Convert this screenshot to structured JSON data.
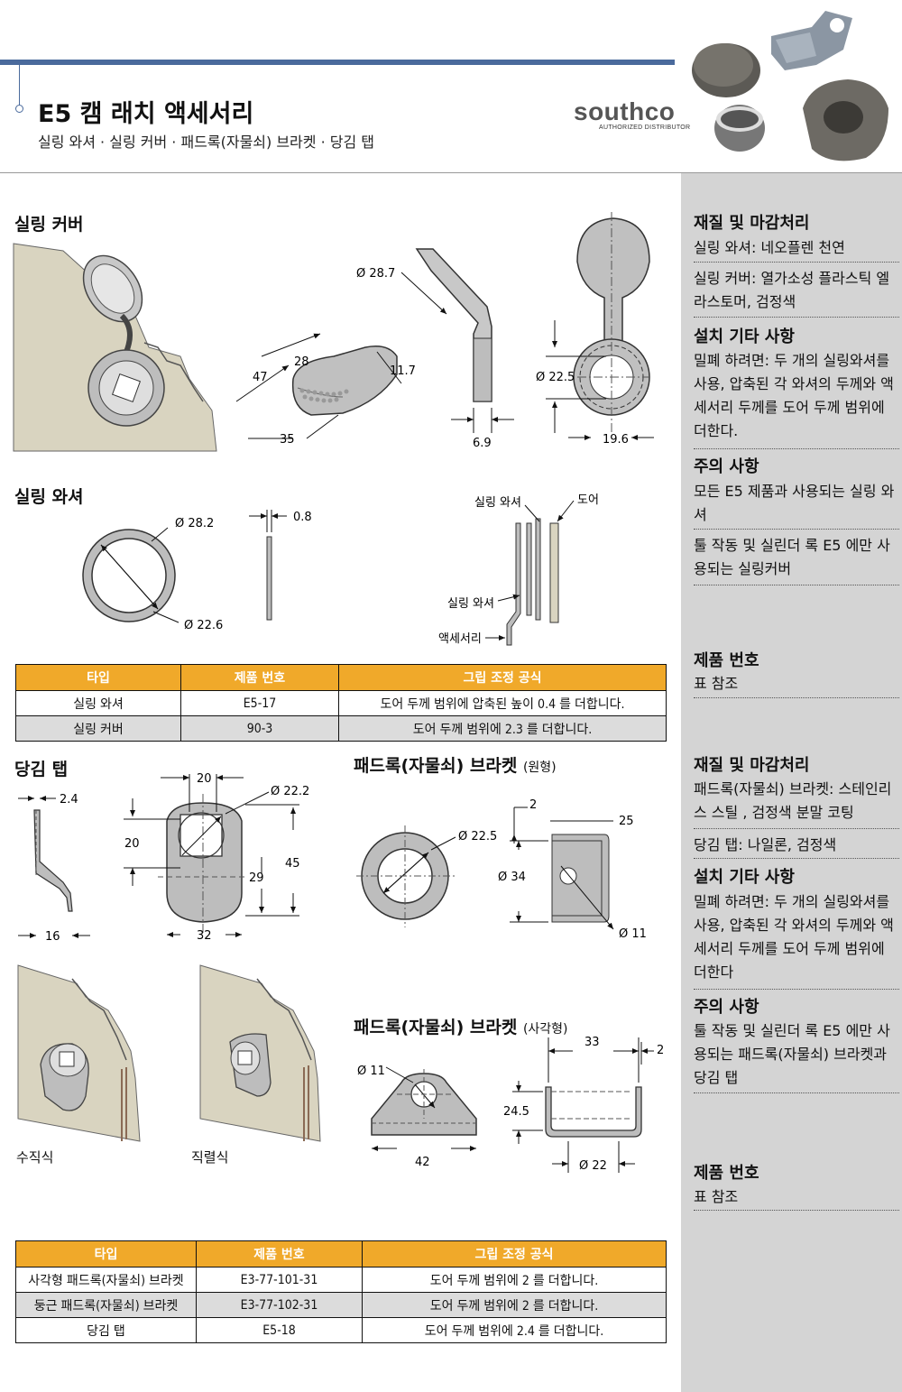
{
  "header": {
    "title": "E5 캠 래치 액세서리",
    "subtitle": "실링 와셔 · 실링 커버 · 패드록(자물쇠) 브라켓 · 당김 탭",
    "brand": "southco",
    "brand_sub": "AUTHORIZED DISTRIBUTOR"
  },
  "sections": {
    "sealing_cover": "실링 커버",
    "sealing_washer": "실링 와셔",
    "pull_tab": "당김 탭",
    "padlock_round": "패드록(자물쇠) 브라켓",
    "padlock_round_suffix": "(원형)",
    "padlock_square": "패드록(자물쇠) 브라켓",
    "padlock_square_suffix": "(사각형)"
  },
  "dims": {
    "cover_d": "Ø 28.7",
    "cover_47": "47",
    "cover_28": "28",
    "cover_117": "11.7",
    "cover_35": "35",
    "cover_69": "6.9",
    "cover_225": "Ø 22.5",
    "cover_196": "19.6",
    "washer_282": "Ø 28.2",
    "washer_226": "Ø 22.6",
    "washer_08": "0.8",
    "tab_24": "2.4",
    "tab_16": "16",
    "tab_20a": "20",
    "tab_20b": "20",
    "tab_222": "Ø 22.2",
    "tab_45": "45",
    "tab_29": "29",
    "tab_32": "32",
    "round_225": "Ø 22.5",
    "round_2": "2",
    "round_25": "25",
    "round_34": "Ø 34",
    "round_11": "Ø 11",
    "sq_11": "Ø 11",
    "sq_42": "42",
    "sq_33": "33",
    "sq_2": "2",
    "sq_245": "24.5",
    "sq_22": "Ø 22"
  },
  "labels": {
    "washer_top": "실링 와셔",
    "door": "도어",
    "washer_bottom": "실링 와셔",
    "accessory": "액세서리",
    "vertical": "수직식",
    "parallel": "직렬식"
  },
  "table1": {
    "headers": [
      "타입",
      "제품 번호",
      "그립 조정 공식"
    ],
    "rows": [
      [
        "실링 와셔",
        "E5-17",
        "도어 두께 범위에 압축된 높이 0.4 를 더합니다."
      ],
      [
        "실링 커버",
        "90-3",
        "도어 두께 범위에 2.3 를 더합니다."
      ]
    ]
  },
  "table2": {
    "headers": [
      "타입",
      "제품 번호",
      "그립 조정 공식"
    ],
    "rows": [
      [
        "사각형 패드록(자물쇠) 브라켓",
        "E3-77-101-31",
        "도어 두께 범위에 2 를 더합니다."
      ],
      [
        "둥근 패드록(자물쇠) 브라켓",
        "E3-77-102-31",
        "도어 두께 범위에 2 를 더합니다."
      ],
      [
        "당김 탭",
        "E5-18",
        "도어 두께 범위에 2.4 를 더합니다."
      ]
    ]
  },
  "sidebar": {
    "s1_head": "재질 및 마감처리",
    "s1_t1": "실링 와셔: 네오플렌 천연",
    "s1_t2": "실링 커버: 열가소성 플라스틱 엘라스토머, 검정색",
    "s1_head2": "설치 기타 사항",
    "s1_t3": "밀폐 하려면: 두 개의 실링와셔를 사용, 압축된 각 와셔의 두께와 액세서리 두께를 도어 두께 범위에 더한다.",
    "s1_head3": "주의 사항",
    "s1_t4": "모든 E5 제품과 사용되는 실링 와셔",
    "s1_t5": "툴 작동 및 실린더 록 E5 에만 사용되는 실링커버",
    "s1_head4": "제품 번호",
    "s1_t6": "표 참조",
    "s2_head": "재질 및 마감처리",
    "s2_t1": "패드록(자물쇠) 브라켓: 스테인리스 스틸 , 검정색 분말 코팅",
    "s2_t2": "당김 탭: 나일론, 검정색",
    "s2_head2": "설치 기타 사항",
    "s2_t3": "밀폐 하려면: 두 개의 실링와셔를 사용, 압축된 각 와셔의 두께와 액세서리 두께를 도어 두께 범위에 더한다",
    "s2_head3": "주의 사항",
    "s2_t4": "툴 작동 및 실린더 록 E5 에만 사용되는 패드록(자물쇠) 브라켓과 당김 탭",
    "s2_head4": "제품 번호",
    "s2_t5": "표 참조"
  },
  "colors": {
    "accent_blue": "#4a6a9c",
    "table_header": "#f0a92a",
    "sidebar": "#d4d4d4",
    "panel": "#d9d4c0",
    "part_gray": "#bdbdbd"
  }
}
